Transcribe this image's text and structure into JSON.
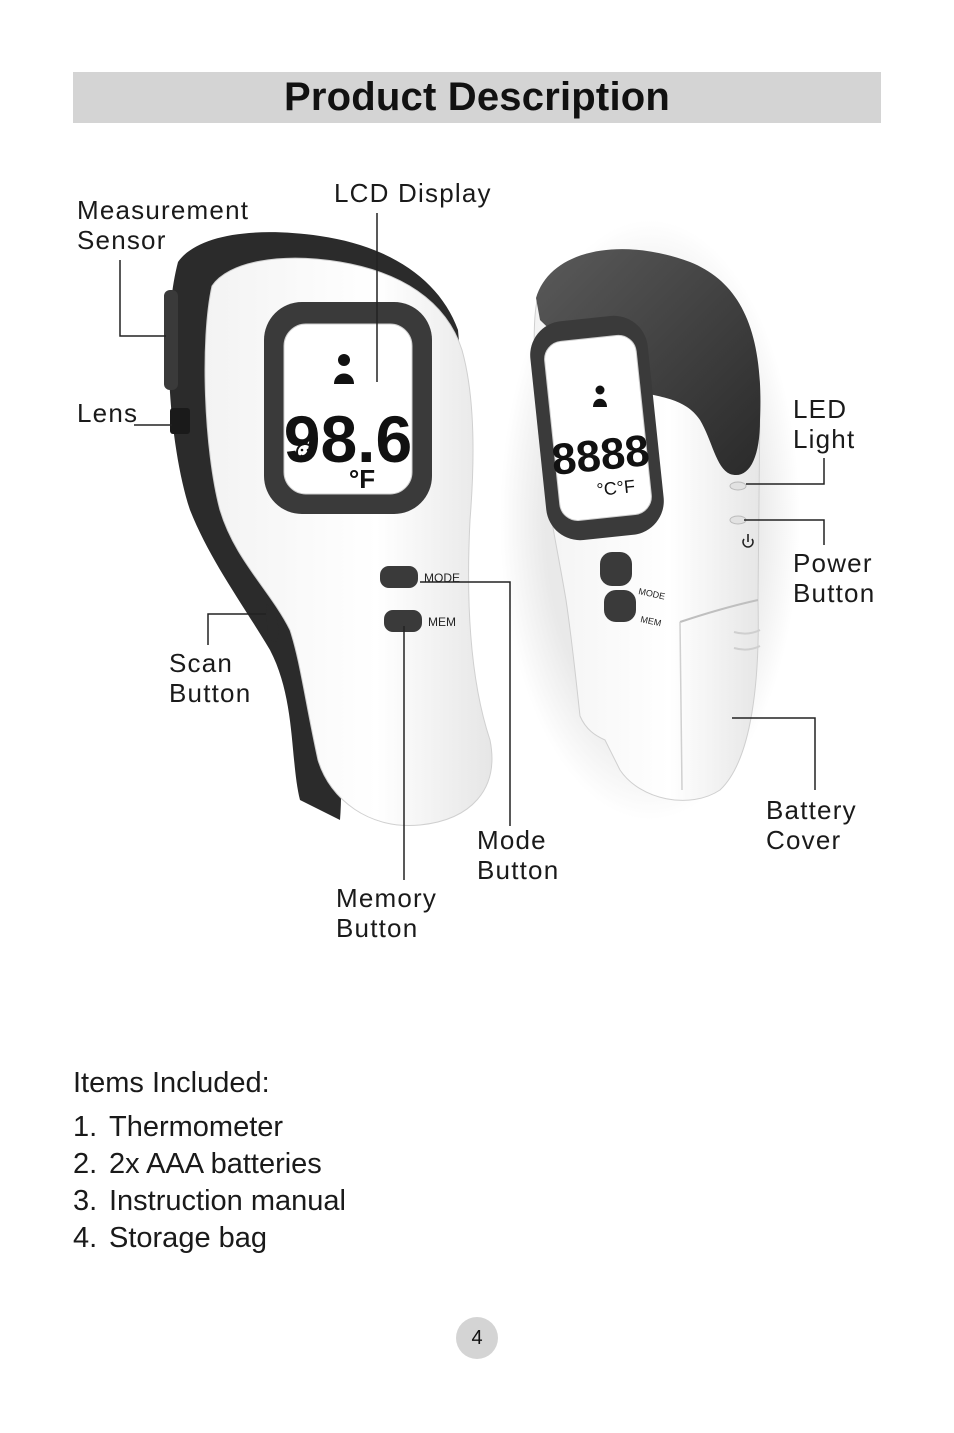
{
  "header": {
    "title": "Product Description"
  },
  "callouts": {
    "measurement_sensor": [
      "Measurement",
      "Sensor"
    ],
    "lcd_display": [
      "LCD Display"
    ],
    "lens": [
      "Lens"
    ],
    "scan_button": [
      "Scan",
      "Button"
    ],
    "memory_button": [
      "Memory",
      "Button"
    ],
    "mode_button": [
      "Mode",
      "Button"
    ],
    "led_light": [
      "LED",
      "Light"
    ],
    "power_button": [
      "Power",
      "Button"
    ],
    "battery_cover": [
      "Battery",
      "Cover"
    ]
  },
  "device_left": {
    "lcd_reading": "98.6",
    "lcd_unit": "°F",
    "mode_label": "MODE",
    "mem_label": "MEM"
  },
  "device_right": {
    "lcd_reading": "8888",
    "lcd_unit": "°C°F",
    "mode_label": "MODE",
    "mem_label": "MEM"
  },
  "items_included": {
    "heading": "Items Included:",
    "items": [
      {
        "num": "1.",
        "text": "Thermometer"
      },
      {
        "num": "2.",
        "text": "2x AAA batteries"
      },
      {
        "num": "3.",
        "text": "Instruction manual"
      },
      {
        "num": "4.",
        "text": "Storage bag"
      }
    ]
  },
  "footer": {
    "page_number": "4"
  }
}
